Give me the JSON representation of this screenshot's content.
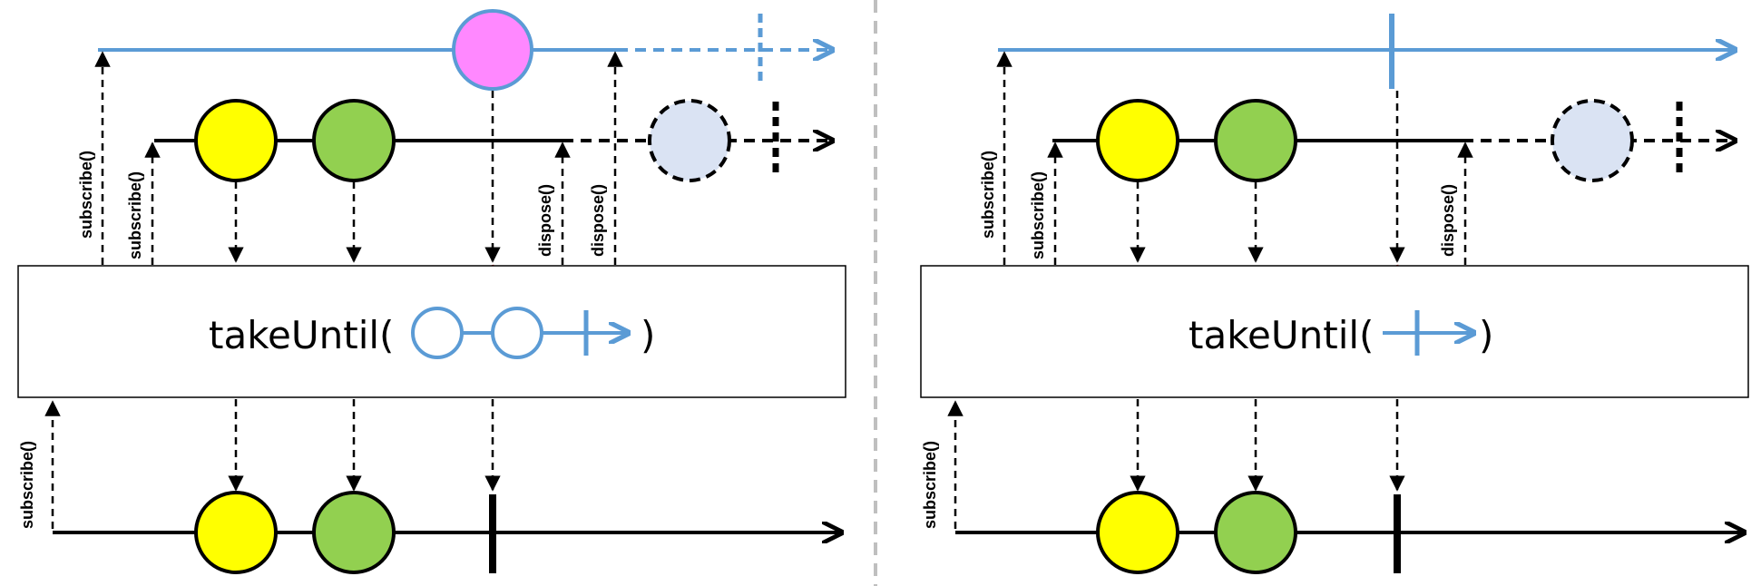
{
  "panels": [
    {
      "id": "left",
      "operator_text": "takeUntil(",
      "operator_close": ")",
      "labels": {
        "subscribe_outer": "subscribe()",
        "subscribe_source": "subscribe()",
        "subscribe_result": "subscribe()",
        "dispose_source": "dispose()",
        "dispose_notifier": "dispose()"
      }
    },
    {
      "id": "right",
      "operator_text": "takeUntil(",
      "operator_close": ")",
      "labels": {
        "subscribe_outer": "subscribe()",
        "subscribe_source": "subscribe()",
        "subscribe_result": "subscribe()",
        "dispose_source": "dispose()"
      }
    }
  ],
  "colors": {
    "notifier_line": "#5B9BD5",
    "marble_yellow": "#FFFF00",
    "marble_green": "#92D050",
    "marble_pink": "#FF88FF",
    "marble_ghost": "#DAE3F3",
    "dispose_arrow": "#C00000",
    "divider": "#BFBFBF"
  }
}
